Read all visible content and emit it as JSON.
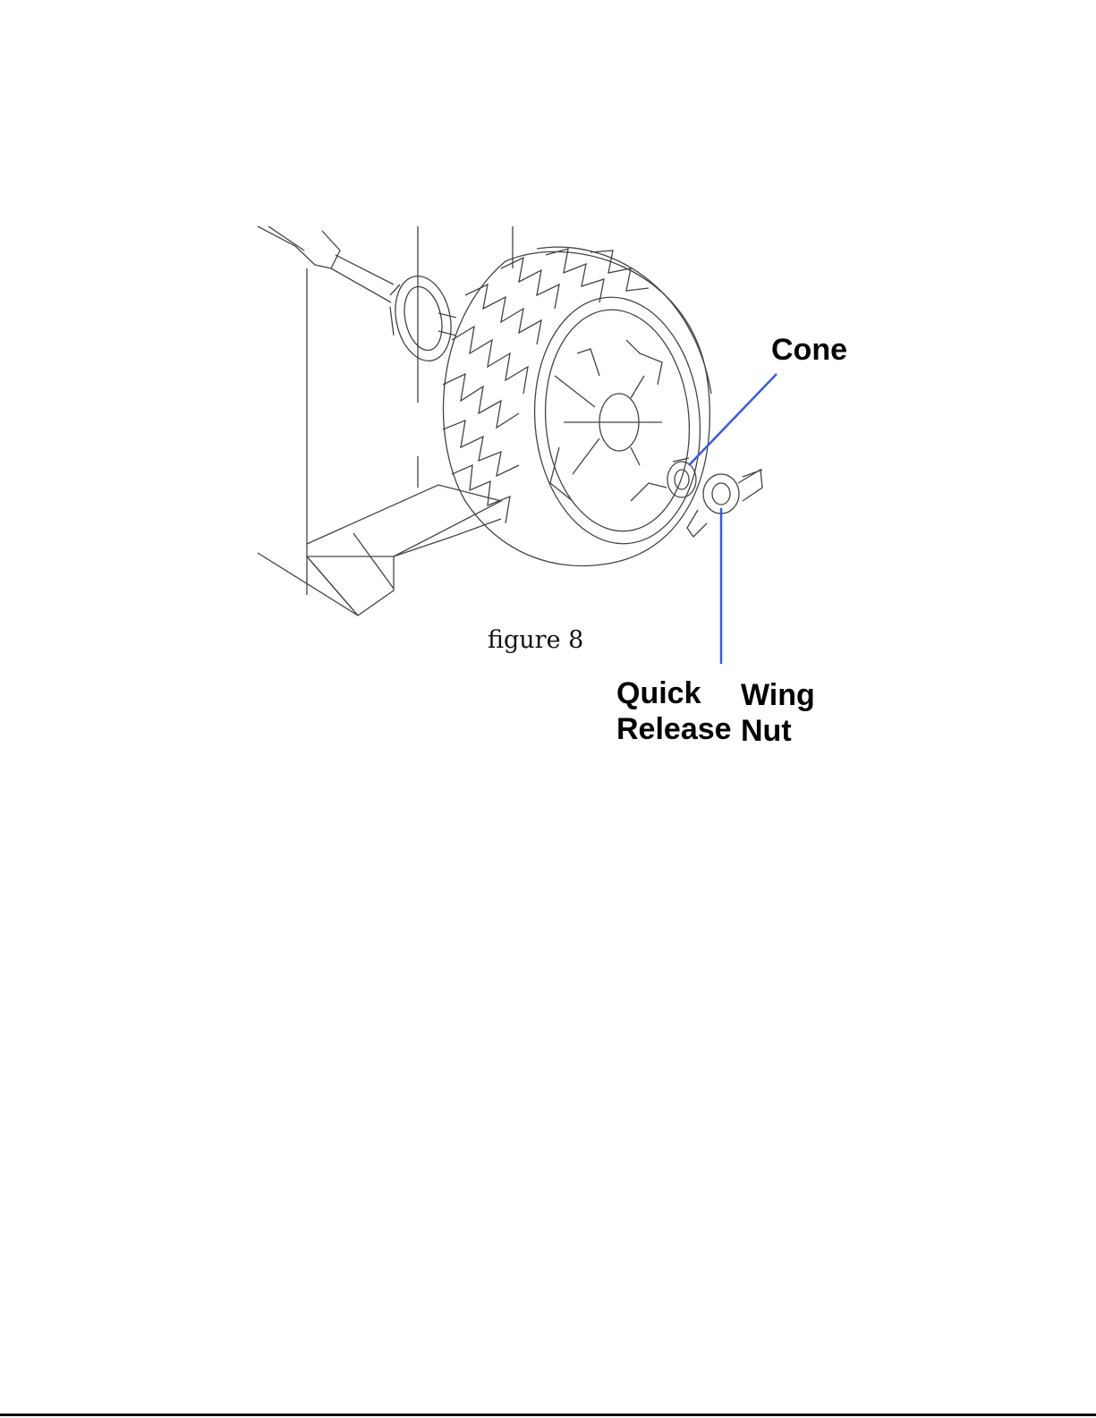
{
  "figure": {
    "caption": "figure 8",
    "labels": {
      "cone": "Cone",
      "quick_release_line1": "Quick",
      "quick_release_line2": "Release",
      "wing_nut_line1": "Wing",
      "wing_nut_line2": "Nut"
    },
    "colors": {
      "leader_line": "#3b5bd9",
      "line_art": "#444444"
    }
  }
}
